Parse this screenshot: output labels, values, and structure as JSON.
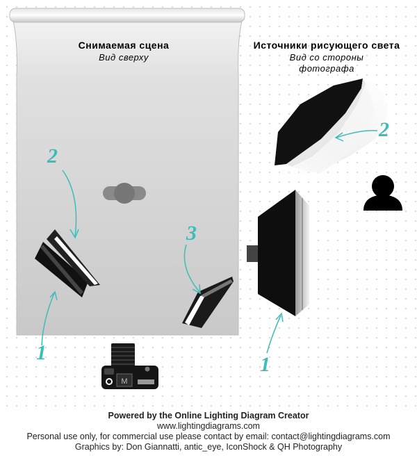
{
  "scene": {
    "title": "Снимаемая сцена",
    "subtitle": "Вид сверху"
  },
  "sources": {
    "title": "Источники рисующего света",
    "subtitle_line1": "Вид со стороны",
    "subtitle_line2": "фотографа"
  },
  "labels": {
    "left_2": "2",
    "left_1": "1",
    "left_3": "3",
    "right_2": "2",
    "right_1": "1"
  },
  "colors": {
    "accent": "#3bbdb9"
  },
  "footer": {
    "line1": "Powered by the Online Lighting Diagram Creator",
    "line2": "www.lightingdiagrams.com",
    "line3": "Personal use only, for commercial use please contact by email: contact@lightingdiagrams.com",
    "line4": "Graphics by: Don Giannatti, antic_eye, IconShock & QH Photography"
  }
}
